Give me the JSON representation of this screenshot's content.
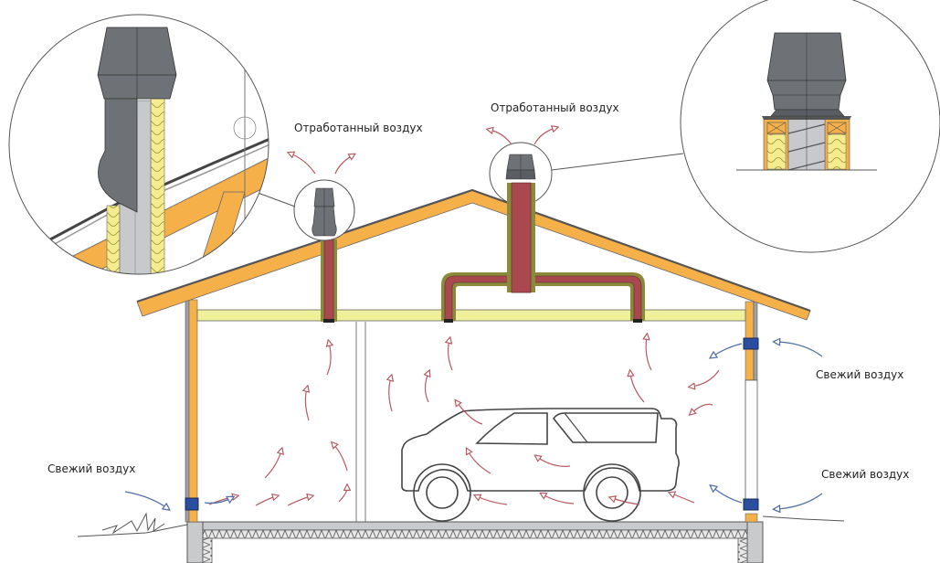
{
  "diagram": {
    "title": "Ventilation scheme of a garage with roof exhaust outlets",
    "labels": {
      "exhaust_left": "Отработанный воздух",
      "exhaust_center": "Отработанный воздух",
      "fresh_left": "Свежий воздух",
      "fresh_right_upper": "Свежий воздух",
      "fresh_right_lower": "Свежий воздух"
    },
    "colors": {
      "roof_timber": "#f5b04a",
      "ceiling_insulation": "#eef09a",
      "duct": "#a9484f",
      "duct_insulation": "#8a8a3a",
      "vent_cap": "#6e7176",
      "fresh_air_arrow": "#5470a8",
      "exhaust_air_arrow": "#b85a63",
      "inlet_grille": "#2a4fa0",
      "concrete": "#c9cacb",
      "outline": "#444444"
    },
    "components": [
      "roof-vent-left",
      "roof-vent-center",
      "detail-callout-left",
      "detail-callout-right",
      "ceiling-duct-manifold",
      "wall-inlet-valves",
      "car-outline",
      "floor-slab"
    ]
  }
}
